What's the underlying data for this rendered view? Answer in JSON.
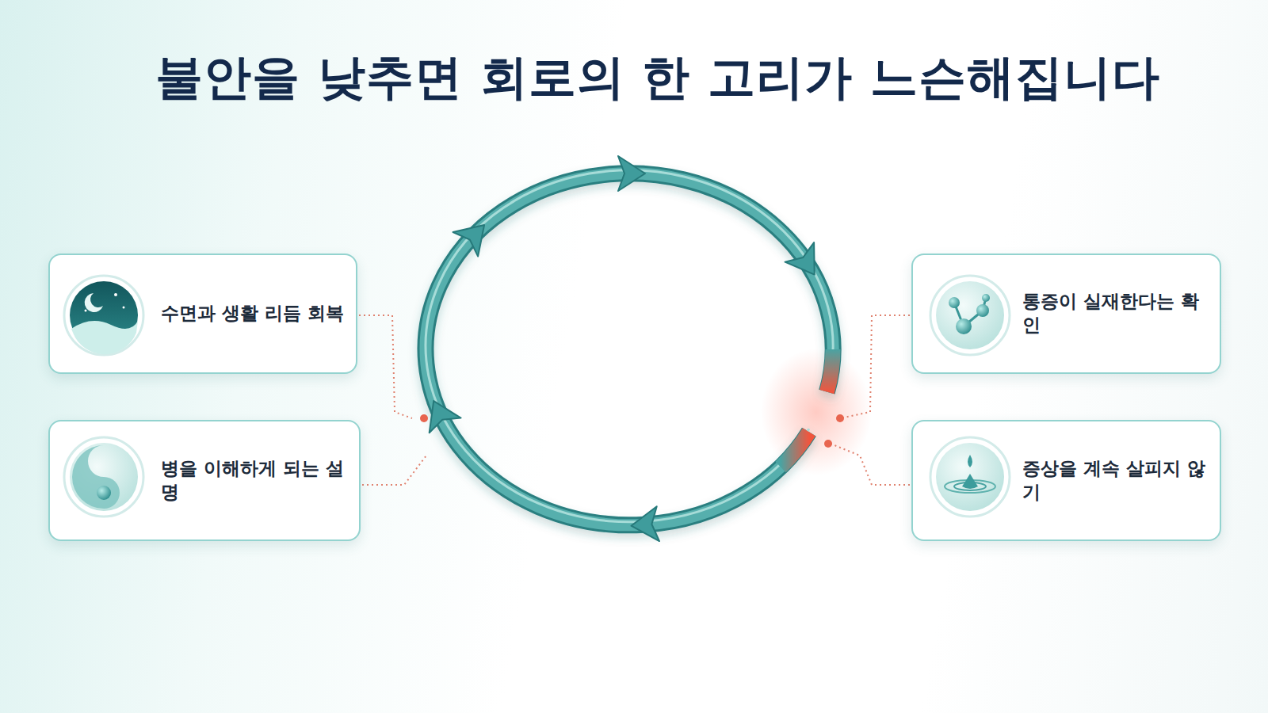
{
  "diagram": {
    "title": "불안을 낮추면 회로의 한 고리가 느슨해집니다",
    "nodes": [
      {
        "text": [
          "수면과 생활 리듬 회복"
        ]
      },
      {
        "text": [
          "통증이 실재한다는 확인"
        ]
      },
      {
        "text": [
          "병을 이해하게 되는 설명"
        ]
      },
      {
        "text": [
          "증상을 계속 살피지 않기"
        ]
      }
    ]
  }
}
